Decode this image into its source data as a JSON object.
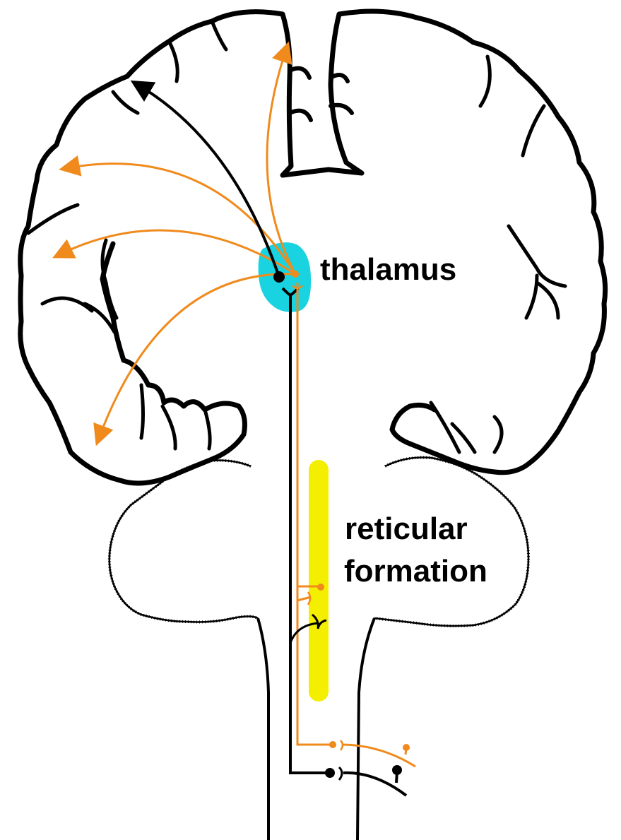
{
  "labels": {
    "thalamus": "thalamus",
    "reticular_line1": "reticular",
    "reticular_line2": "formation"
  },
  "colors": {
    "outline": "#000000",
    "orange_pathway": "#f08a1c",
    "black_pathway": "#000000",
    "thalamus_highlight": "#1ad3e0",
    "reticular_highlight": "#f4ee00"
  },
  "structures": [
    "cerebrum",
    "longitudinal-fissure",
    "cerebellum",
    "brainstem",
    "thalamus",
    "reticular-formation"
  ]
}
